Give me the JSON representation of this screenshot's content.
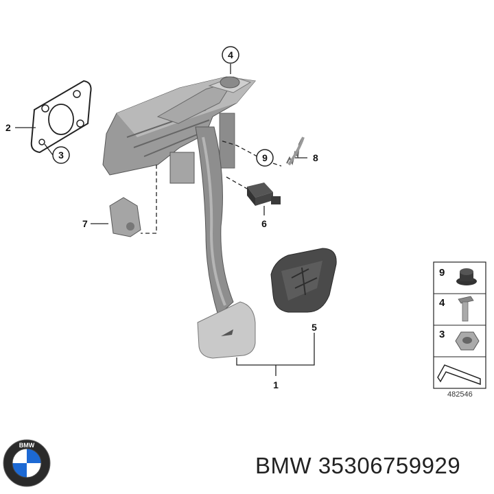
{
  "callouts": {
    "c1": "1",
    "c2": "2",
    "c3": "3",
    "c4": "4",
    "c5": "5",
    "c6": "6",
    "c7": "7",
    "c8": "8",
    "c9": "9"
  },
  "legend": {
    "items": [
      {
        "num": "9",
        "icon": "rubber-buffer-icon"
      },
      {
        "num": "4",
        "icon": "bolt-icon"
      },
      {
        "num": "3",
        "icon": "hex-nut-icon"
      }
    ],
    "ref_number": "482546"
  },
  "brand": {
    "logo_letters": "BMW",
    "part_text": "BMW 35306759929"
  },
  "colors": {
    "part_grey": "#8e8e8e",
    "part_light": "#b8b8b8",
    "pad_light": "#c9c9c9",
    "pad_dark": "#4a4a4a",
    "line": "#222222",
    "logo_blue": "#1c69d4"
  }
}
